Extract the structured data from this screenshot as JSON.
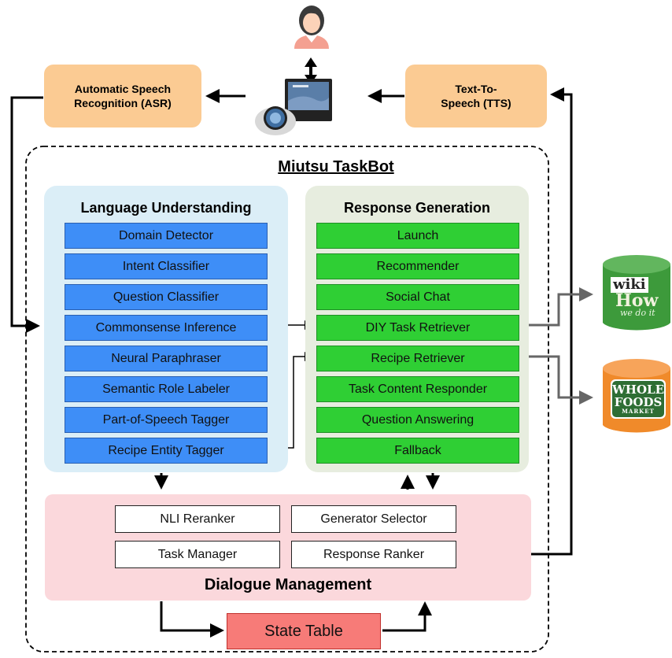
{
  "asr": {
    "line1": "Automatic Speech",
    "line2": "Recognition (ASR)"
  },
  "tts": {
    "line1": "Text-To-",
    "line2": "Speech (TTS)"
  },
  "title": "Miutsu TaskBot",
  "lu": {
    "title": "Language Understanding",
    "items": [
      "Domain Detector",
      "Intent Classifier",
      "Question Classifier",
      "Commonsense Inference",
      "Neural Paraphraser",
      "Semantic Role Labeler",
      "Part-of-Speech Tagger",
      "Recipe Entity Tagger"
    ]
  },
  "rg": {
    "title": "Response Generation",
    "items": [
      "Launch",
      "Recommender",
      "Social Chat",
      "DIY Task Retriever",
      "Recipe Retriever",
      "Task Content Responder",
      "Question Answering",
      "Fallback"
    ]
  },
  "dm": {
    "title": "Dialogue Management",
    "nli": "NLI Reranker",
    "gen": "Generator Selector",
    "task": "Task Manager",
    "resp": "Response Ranker"
  },
  "state_table": "State Table",
  "logos": {
    "wikihow": {
      "wiki": "wiki",
      "how": "How",
      "tag": "we do it"
    },
    "wholefoods": {
      "line1": "WHOLE",
      "line2": "FOODS",
      "line3": "MARKET"
    }
  },
  "colors": {
    "blue": "#3e8ef7",
    "green": "#2fcf34",
    "orange": "#fbcb93",
    "pink": "#fbd8dc",
    "state": "#f77b78"
  }
}
